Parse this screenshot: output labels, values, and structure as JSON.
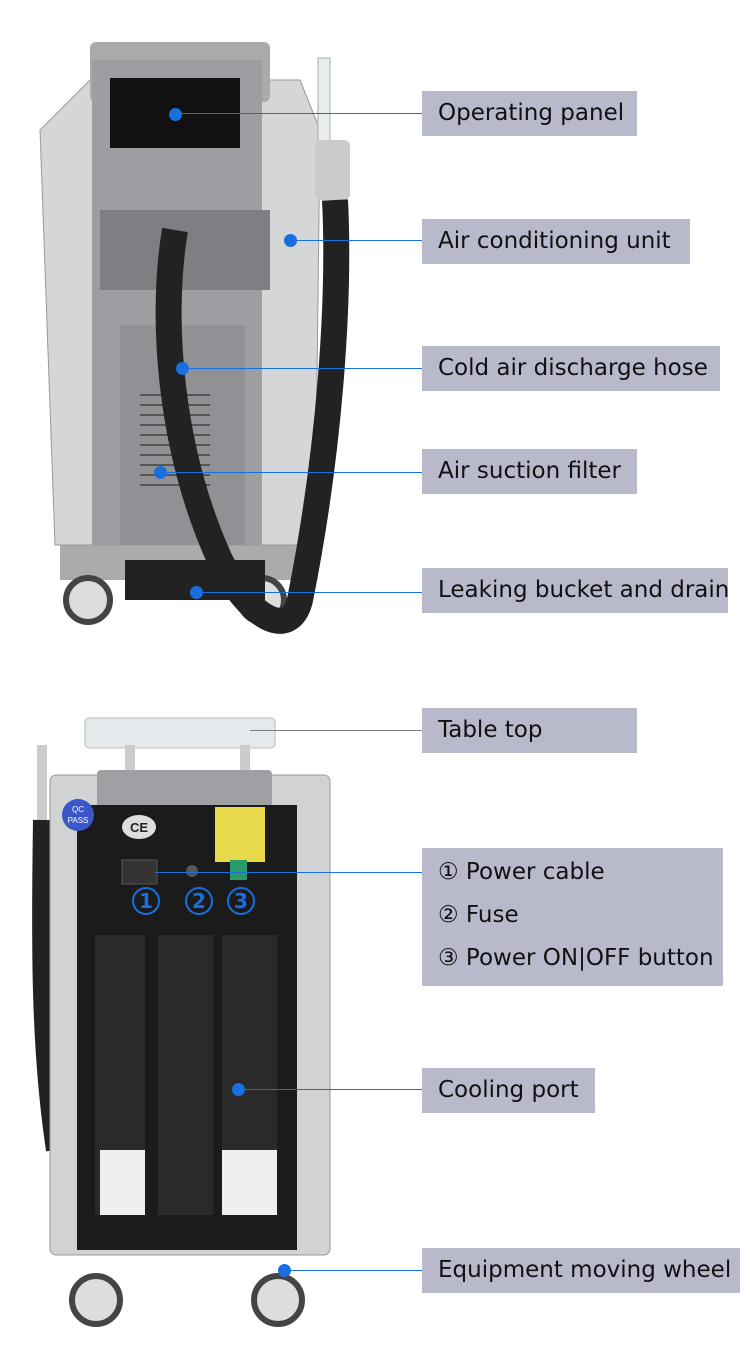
{
  "front_view": {
    "labels": [
      {
        "id": "operating-panel",
        "text": "Operating panel"
      },
      {
        "id": "air-conditioning-unit",
        "text": "Air conditioning unit"
      },
      {
        "id": "cold-air-discharge-hose",
        "text": "Cold air discharge hose"
      },
      {
        "id": "air-suction-filter",
        "text": "Air suction filter"
      },
      {
        "id": "leaking-bucket-and-drain",
        "text": "Leaking bucket and drain"
      }
    ]
  },
  "back_view": {
    "labels": {
      "table_top": "Table top",
      "power_cable": "① Power cable",
      "fuse": "② Fuse",
      "power_button": "③ Power ON|OFF button",
      "cooling_port": "Cooling port",
      "moving_wheel": "Equipment moving wheel"
    },
    "panel_numbers": [
      "1",
      "2",
      "3"
    ],
    "badges": {
      "qc_top": "QC",
      "qc_bottom": "PASS",
      "ce": "CE"
    }
  },
  "colors": {
    "label_bg": "#b8bacb",
    "callout": "#1a6fe0"
  }
}
